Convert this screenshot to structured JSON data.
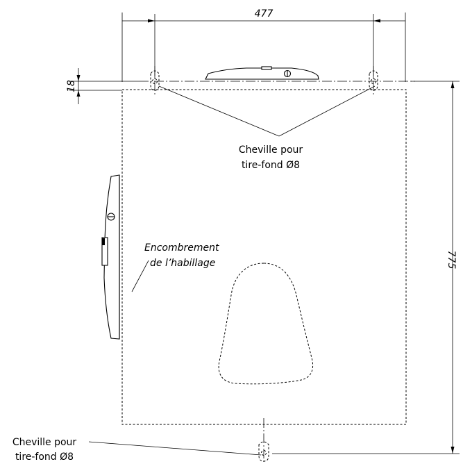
{
  "dimensions": {
    "width": "477",
    "height": "775",
    "offset": "18"
  },
  "labels": {
    "cheville_top_line1": "Cheville pour",
    "cheville_top_line2": "tire-fond Ø8",
    "cheville_bottom_line1": "Cheville pour",
    "cheville_bottom_line2": "tire-fond Ø8",
    "encombrement_line1": "Encombrement",
    "encombrement_line2": "de l’habillage"
  }
}
